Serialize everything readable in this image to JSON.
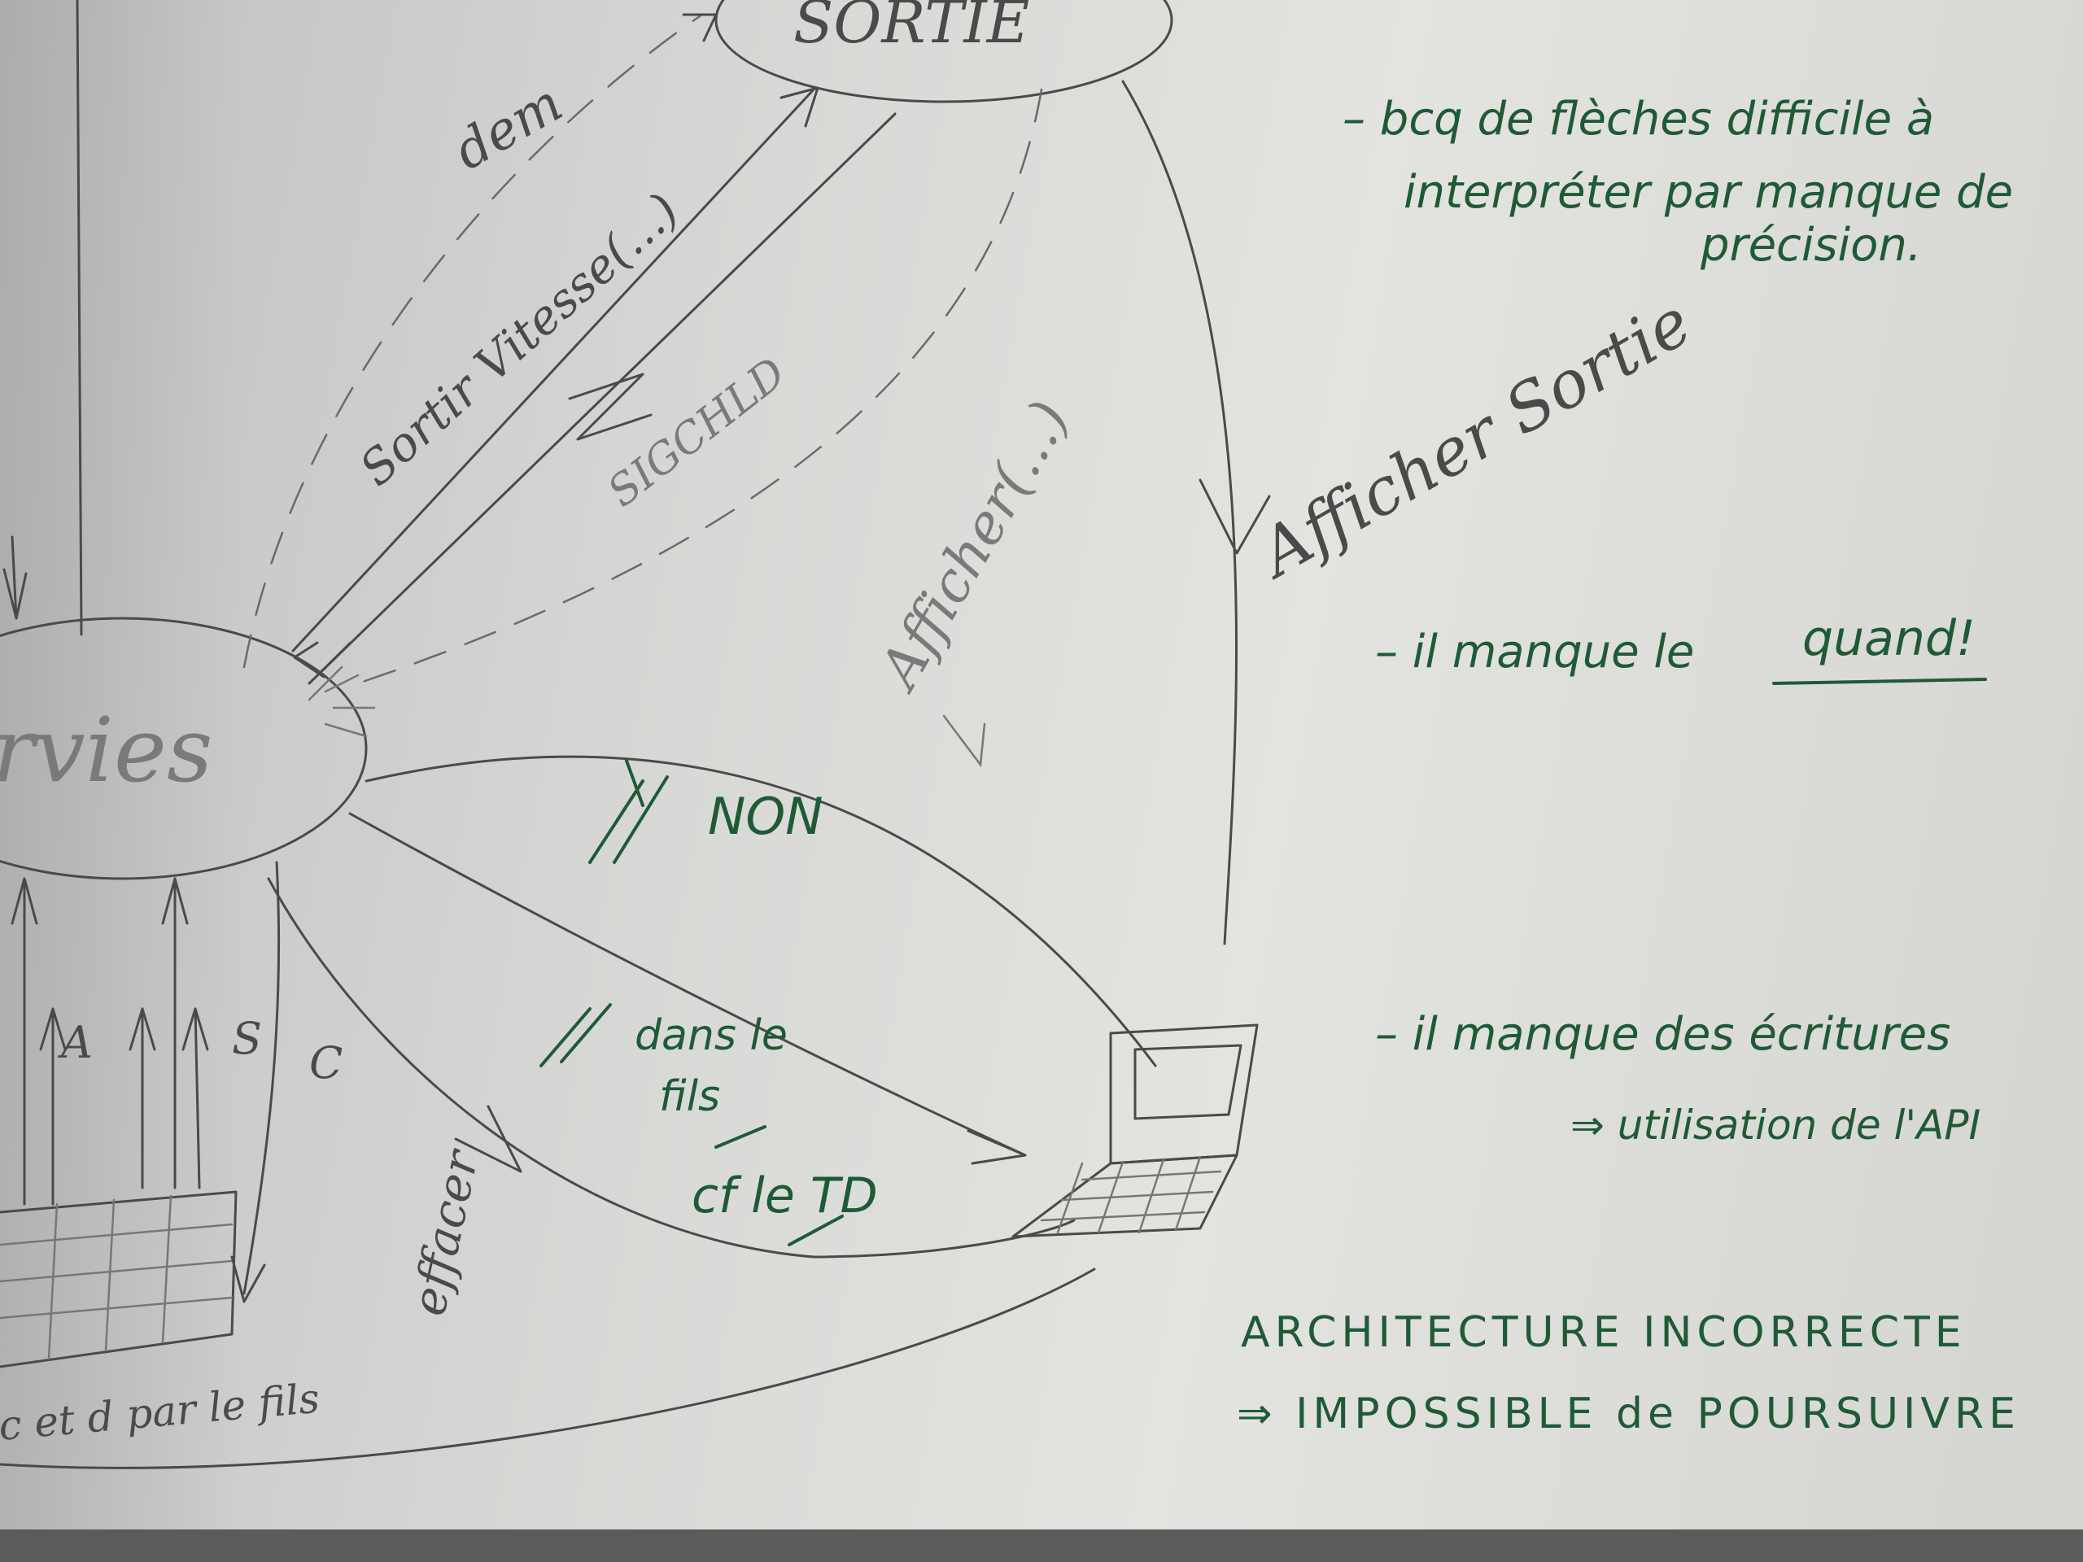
{
  "diagram": {
    "nodes": {
      "sortie": "SORTIE",
      "serveur_fragment": "rvies"
    },
    "edge_labels": {
      "dem": "dem",
      "sortir_vitesse": "Sortir Vitesse(...)",
      "sigchld": "SIGCHLD",
      "afficher": "Afficher(...)",
      "afficher_sortie": "Afficher Sortie",
      "a": "A",
      "s": "S",
      "c": "C",
      "effacer": "effacer",
      "dans_le_fils": "dans le",
      "fils": "fils",
      "c_et_d": "c et d par le fils"
    }
  },
  "annotations": {
    "non": "NON",
    "cf_td": "cf le TD",
    "note1_line1": "– bcq de flèches difficile à",
    "note1_line2": "interpréter par manque de",
    "note1_line3": "précision.",
    "note2_prefix": "– il manque le",
    "note2_emph": "quand!",
    "note3": "– il manque des écritures",
    "note3_sub": "⇒ utilisation de l'API",
    "conclusion1": "ARCHITECTURE INCORRECTE",
    "conclusion2": "⇒ IMPOSSIBLE de POURSUIVRE"
  }
}
